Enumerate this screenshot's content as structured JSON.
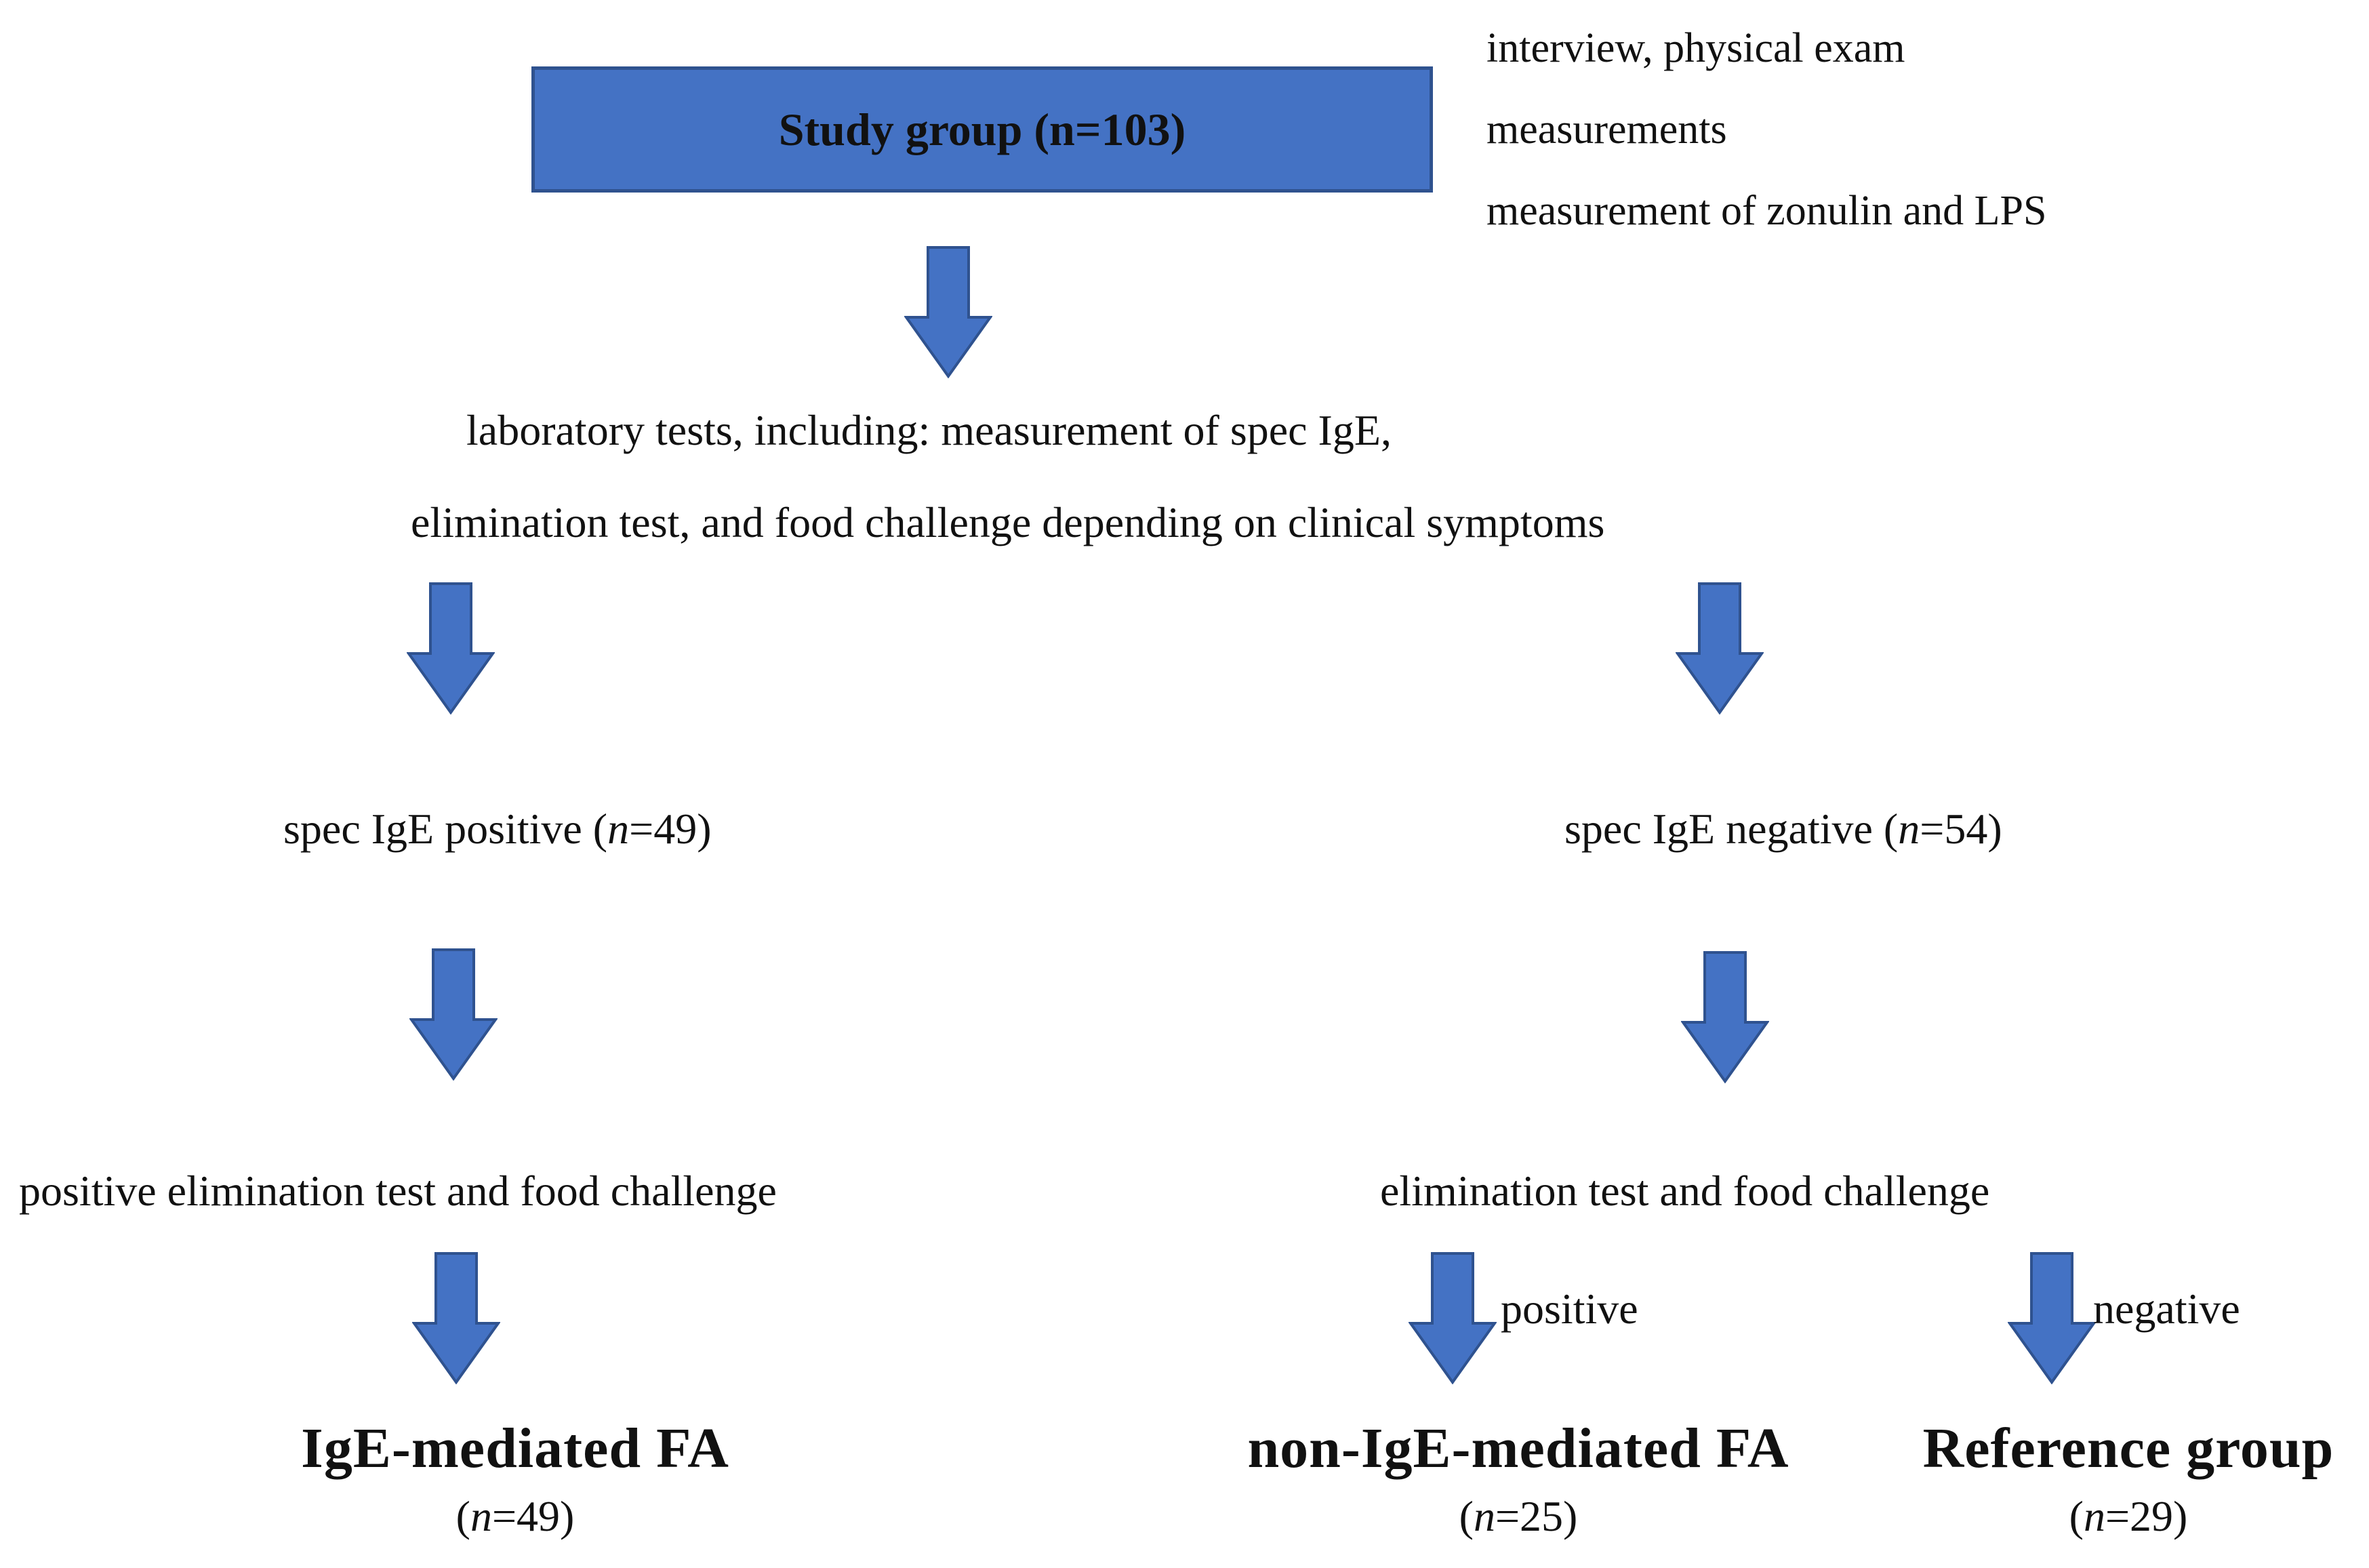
{
  "box": {
    "label": "Study group (n=103)"
  },
  "side_notes": [
    "interview, physical exam",
    "measurements",
    "measurement of zonulin and LPS"
  ],
  "lab": {
    "line1": "laboratory tests, including: measurement of spec IgE,",
    "line2": "elimination test, and food challenge depending on clinical symptoms"
  },
  "branches": {
    "left": {
      "prefix": "spec IgE positive (",
      "n_symbol": "n",
      "suffix": "=49)"
    },
    "right": {
      "prefix": "spec IgE negative (",
      "n_symbol": "n",
      "suffix": "=54)"
    }
  },
  "tests": {
    "left": "positive elimination test and food challenge",
    "right": "elimination test and food challenge"
  },
  "arrow_labels": {
    "positive": "positive",
    "negative": "negative"
  },
  "outcomes": [
    {
      "title": "IgE-mediated FA",
      "n_open": "(",
      "n_symbol": "n",
      "n_rest": "=49)"
    },
    {
      "title": "non-IgE-mediated FA",
      "n_open": "(",
      "n_symbol": "n",
      "n_rest": "=25)"
    },
    {
      "title": "Reference group",
      "n_open": "(",
      "n_symbol": "n",
      "n_rest": "=29)"
    }
  ],
  "colors": {
    "arrow_fill": "#4472c4",
    "arrow_stroke": "#2f528f",
    "box_fill": "#4472c4"
  }
}
